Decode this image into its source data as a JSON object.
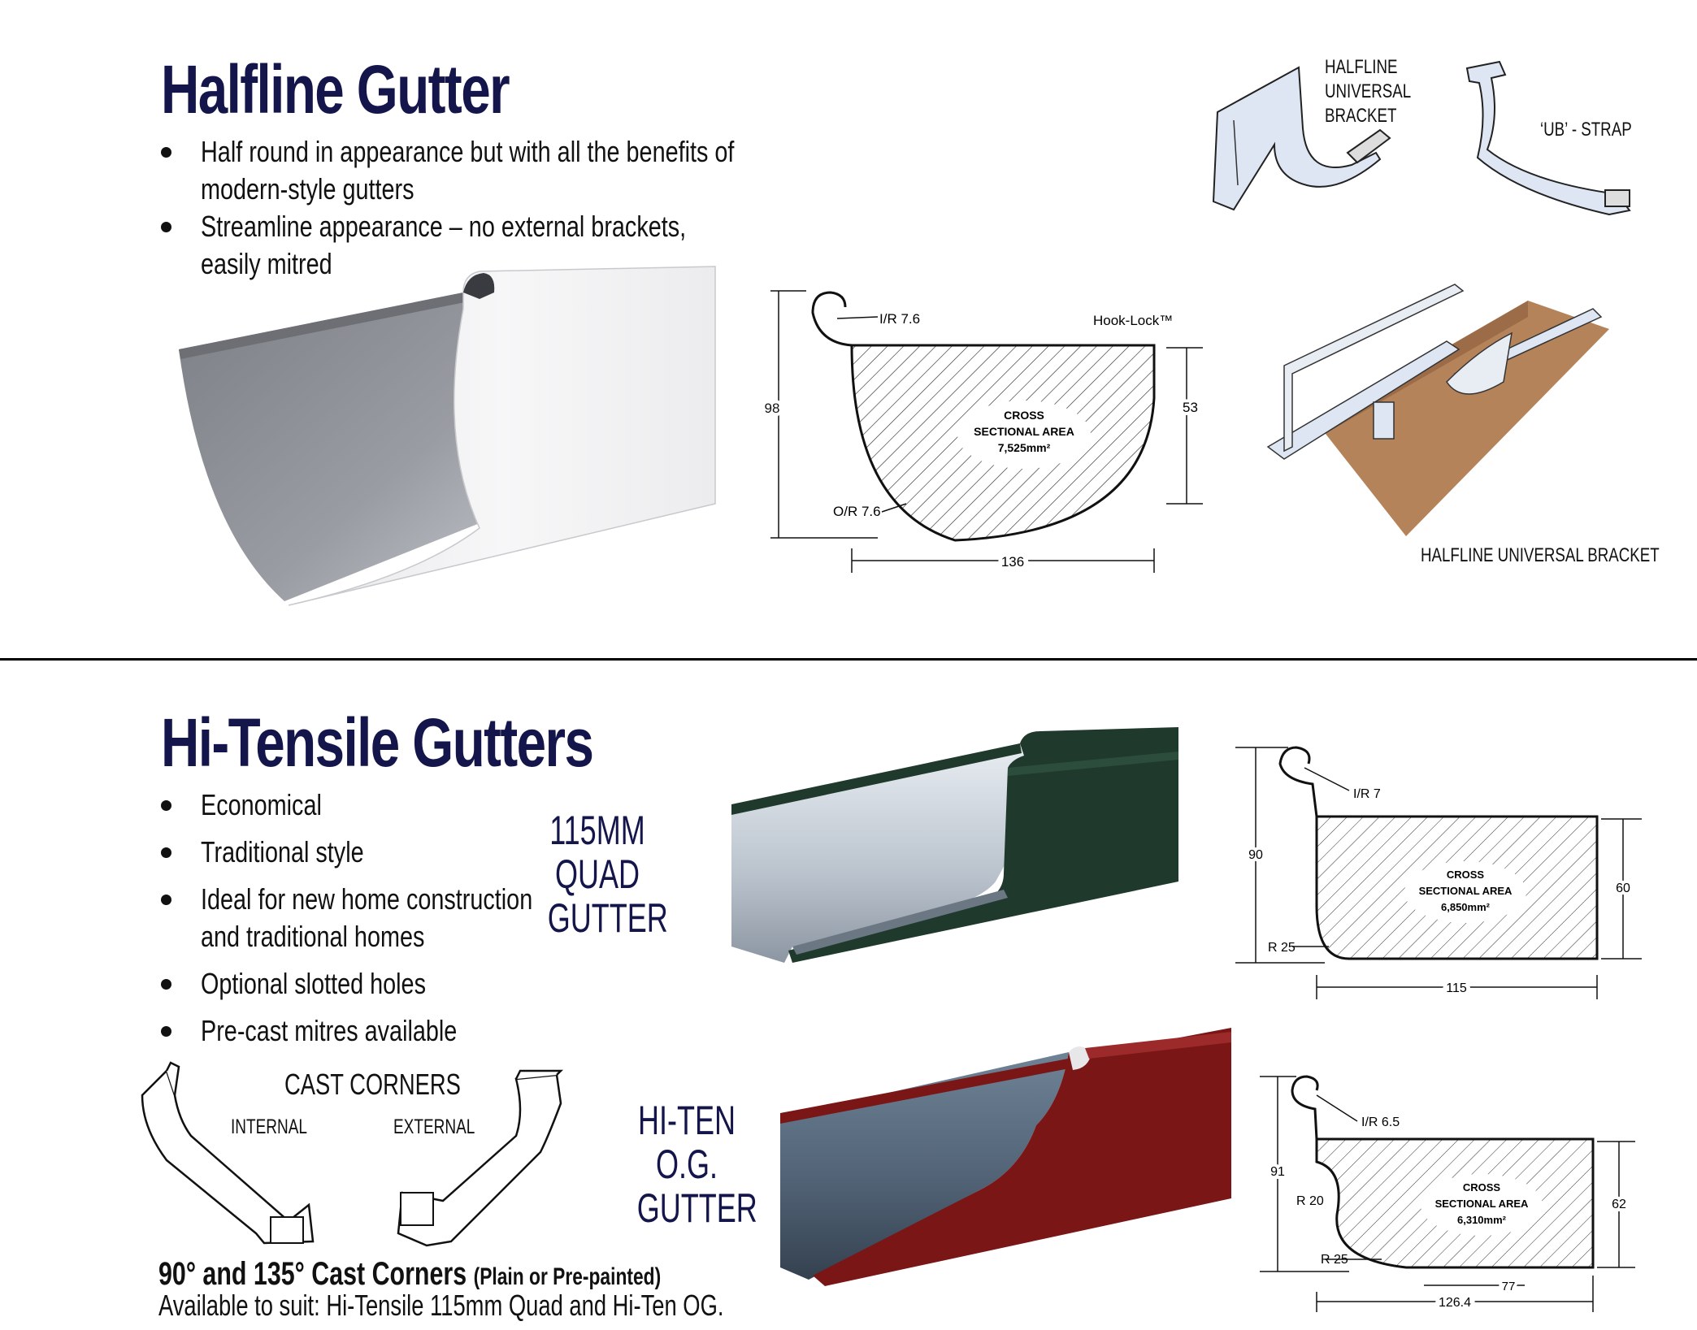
{
  "halfline": {
    "title": "Halfline Gutter",
    "bullets": [
      "Half round in appearance but with all the benefits of",
      "modern-style gutters",
      "Streamline appearance – no external brackets,",
      "easily mitred"
    ],
    "diagram": {
      "ir": "I/R 7.6",
      "or": "O/R 7.6",
      "hooklock": "Hook-Lock™",
      "height": "98",
      "right_height": "53",
      "width": "136",
      "area_line1": "CROSS",
      "area_line2": "SECTIONAL AREA",
      "area_line3": "7,525mm²"
    },
    "bracket_label": "HALFLINE\nUNIVERSAL\nBRACKET",
    "strap_label": "‘UB’ - STRAP",
    "universal_bracket_label": "HALFLINE UNIVERSAL BRACKET"
  },
  "hitensile": {
    "title": "Hi-Tensile Gutters",
    "bullets": [
      "Economical",
      "Traditional style",
      "Ideal for new home construction",
      "and traditional homes",
      "Optional slotted holes",
      "Pre-cast mitres available"
    ],
    "quad_label": "115MM\nQUAD\nGUTTER",
    "og_label": "HI-TEN\nO.G.\nGUTTER",
    "cast_corners_title": "CAST CORNERS",
    "internal_label": "INTERNAL",
    "external_label": "EXTERNAL",
    "corners_heading": "90° and 135° Cast Corners",
    "corners_note": "(Plain or Pre-painted)",
    "available_text": "Available to suit: Hi-Tensile 115mm Quad and Hi-Ten OG.",
    "quad_diagram": {
      "ir": "I/R 7",
      "height": "90",
      "right_height": "60",
      "radius": "R 25",
      "width": "115",
      "area_line1": "CROSS",
      "area_line2": "SECTIONAL AREA",
      "area_line3": "6,850mm²"
    },
    "og_diagram": {
      "ir": "I/R 6.5",
      "height": "91",
      "right_height": "62",
      "r20": "R 20",
      "r25": "R 25",
      "bottom": "77",
      "width": "126.4",
      "area_line1": "CROSS",
      "area_line2": "SECTIONAL AREA",
      "area_line3": "6,310mm²"
    }
  },
  "colors": {
    "title": "#14154a",
    "quad_gutter": "#1f3a2c",
    "og_gutter": "#7a1616",
    "fascia": "#b5835a",
    "bracket_blue": "#dde6f2"
  }
}
